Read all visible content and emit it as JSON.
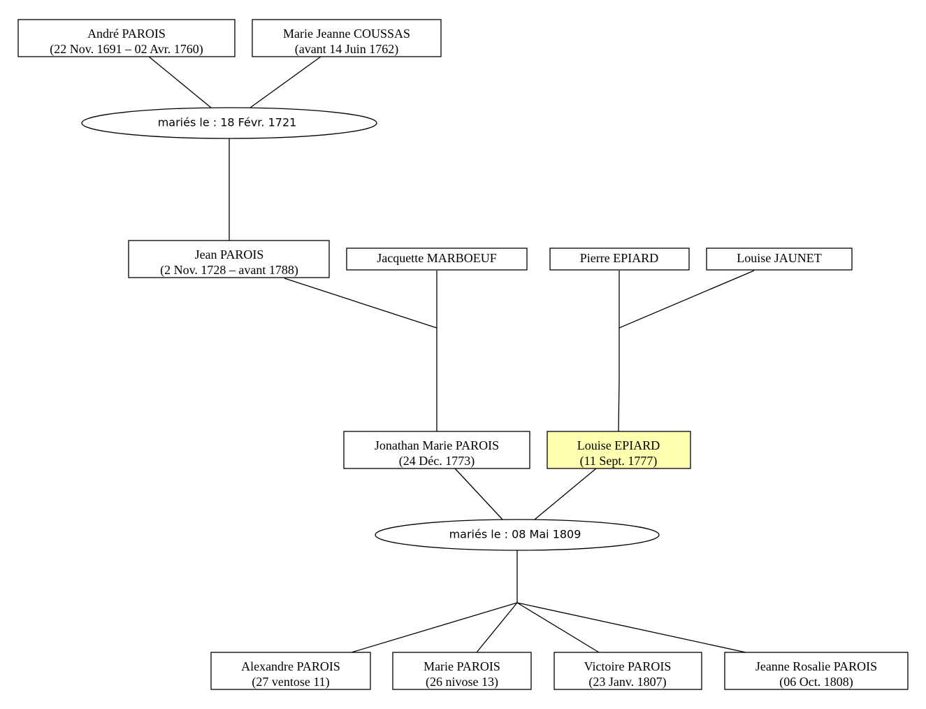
{
  "persons": {
    "andre": {
      "name": "André PAROIS",
      "dates": "(22 Nov. 1691 – 02 Avr. 1760)"
    },
    "marie_jeanne": {
      "name": "Marie Jeanne COUSSAS",
      "dates": "(avant 14 Juin 1762)"
    },
    "jean": {
      "name": "Jean PAROIS",
      "dates": "(2 Nov. 1728 – avant 1788)"
    },
    "jacquette": {
      "name": "Jacquette MARBOEUF"
    },
    "pierre": {
      "name": "Pierre EPIARD"
    },
    "louise_j": {
      "name": "Louise JAUNET"
    },
    "jonathan": {
      "name": "Jonathan Marie PAROIS",
      "dates": "(24 Déc. 1773)"
    },
    "louise_e": {
      "name": "Louise EPIARD",
      "dates": "(11 Sept. 1777)"
    },
    "alexandre": {
      "name": "Alexandre PAROIS",
      "dates": "(27 ventose 11)"
    },
    "marie": {
      "name": "Marie PAROIS",
      "dates": "(26 nivose 13)"
    },
    "victoire": {
      "name": "Victoire PAROIS",
      "dates": "(23 Janv. 1807)"
    },
    "jeanne_rosalie": {
      "name": "Jeanne Rosalie PAROIS",
      "dates": "(06 Oct. 1808)"
    }
  },
  "marriages": {
    "m1721": {
      "label": "mariés le : 18 Févr. 1721"
    },
    "m1809": {
      "label": "mariés le : 08 Mai 1809"
    }
  },
  "colors": {
    "highlight": "#ffffb0",
    "line": "#000000",
    "background": "#ffffff"
  }
}
